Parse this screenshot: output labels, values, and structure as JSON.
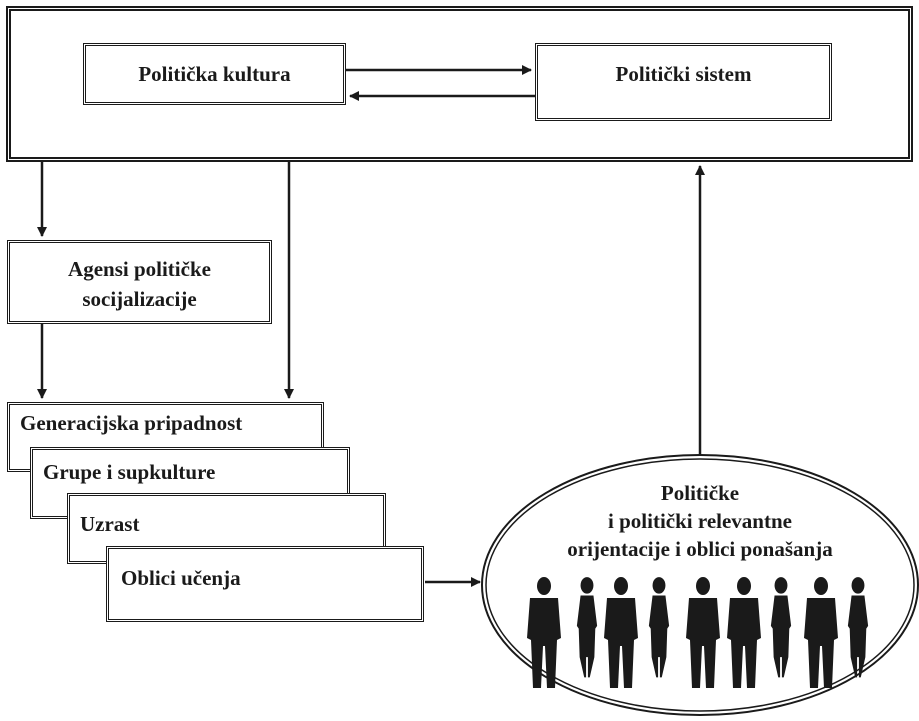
{
  "diagram": {
    "political_culture": "Politička kultura",
    "political_system": "Politički sistem",
    "agents": [
      "Agensi političke",
      "socijalizacije"
    ],
    "factors": [
      "Generacijska pripadnost",
      "Grupe i supkulture",
      "Uzrast",
      "Oblici učenja"
    ],
    "orientations": [
      "Političke",
      "i politički relevantne",
      "orijentacije i oblici ponašanja"
    ]
  },
  "colors": {
    "ink": "#1a1a1a",
    "paper": "#ffffff"
  },
  "icons": {
    "people": "people-silhouettes-icon"
  }
}
